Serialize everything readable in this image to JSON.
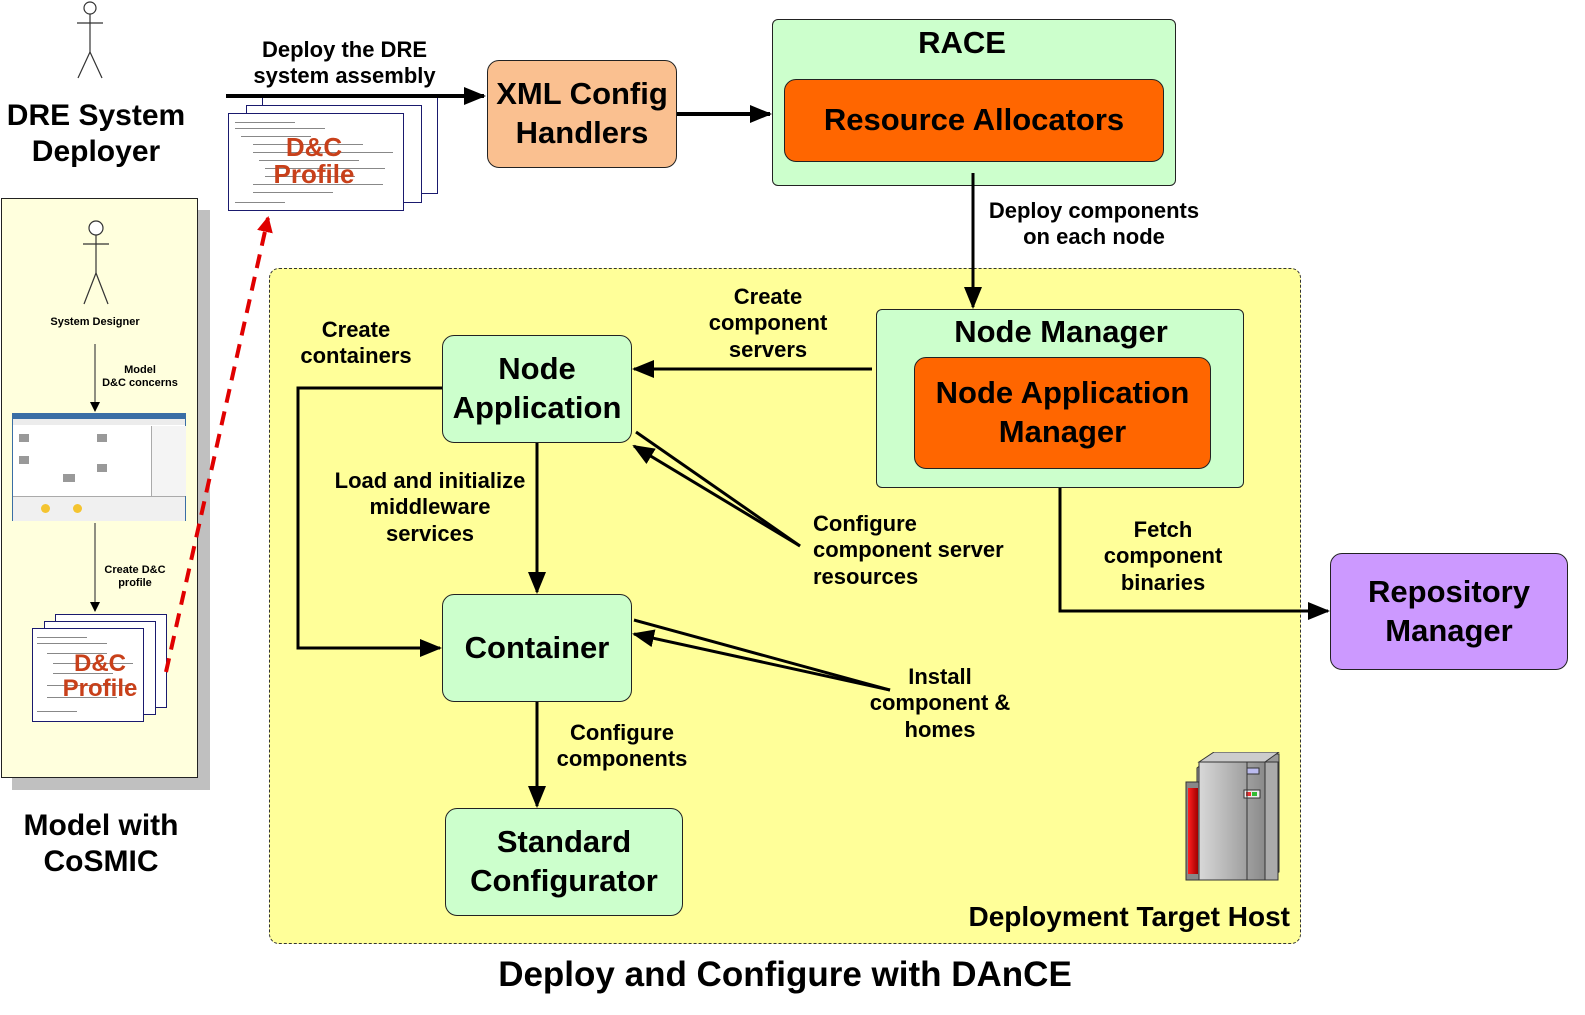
{
  "deployer": {
    "actor_icon": "stick-figure-icon",
    "label": "DRE System\nDeployer"
  },
  "deploy_assembly_label": "Deploy the DRE\nsystem assembly",
  "dc_profile_label": "D&C\nProfile",
  "xml_config": {
    "label": "XML Config\nHandlers",
    "color": "#fac090"
  },
  "race": {
    "title": "RACE",
    "inner_label": "Resource Allocators",
    "color": "#ccffcc",
    "inner_color": "#ff6600"
  },
  "deploy_components_label": "Deploy components\non each node",
  "cosmic": {
    "designer_label": "System Designer",
    "model_concerns_label": "Model\nD&C concerns",
    "create_profile_label": "Create D&C\nprofile",
    "profile_label": "D&C\nProfile",
    "caption": "Model with\nCoSMIC",
    "panel_color": "#ffffdd"
  },
  "target_host": {
    "label": "Deployment Target Host",
    "color": "#ffff99",
    "server_icon": "server-icon"
  },
  "node_manager": {
    "title": "Node Manager",
    "inner_label": "Node Application\nManager"
  },
  "node_application": {
    "label": "Node\nApplication"
  },
  "container": {
    "label": "Container"
  },
  "standard_configurator": {
    "label": "Standard\nConfigurator"
  },
  "repository_manager": {
    "label": "Repository\nManager",
    "color": "#cc99ff"
  },
  "edges": {
    "create_component_servers": "Create\ncomponent\nservers",
    "create_containers": "Create\ncontainers",
    "load_init_services": "Load and initialize\nmiddleware\nservices",
    "configure_server_resources": "Configure\ncomponent server\nresources",
    "install_components": "Install\ncomponent &\nhomes",
    "configure_components": "Configure\ncomponents",
    "fetch_binaries": "Fetch\ncomponent\nbinaries"
  },
  "footer_title": "Deploy and Configure with DAnCE"
}
